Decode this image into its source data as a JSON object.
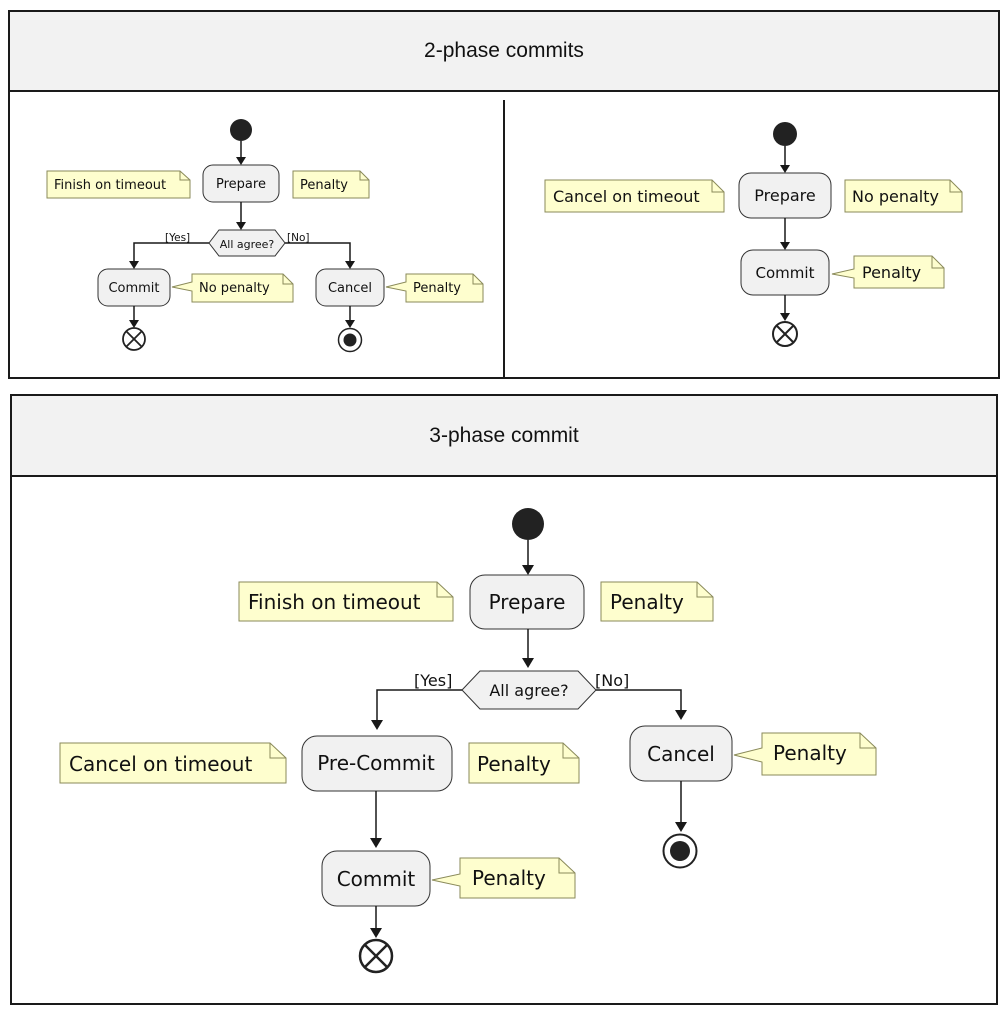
{
  "two_phase": {
    "title": "2-phase commits",
    "left": {
      "prepare": "Prepare",
      "note_left": "Finish on timeout",
      "note_right": "Penalty",
      "decision": "All agree?",
      "yes": "[Yes]",
      "no": "[No]",
      "commit": "Commit",
      "commit_note": "No penalty",
      "cancel": "Cancel",
      "cancel_note": "Penalty"
    },
    "right": {
      "prepare": "Prepare",
      "note_left": "Cancel on timeout",
      "note_right": "No penalty",
      "commit": "Commit",
      "commit_note": "Penalty"
    }
  },
  "three_phase": {
    "title": "3-phase commit",
    "prepare": "Prepare",
    "prepare_note_left": "Finish on timeout",
    "prepare_note_right": "Penalty",
    "decision": "All agree?",
    "yes": "[Yes]",
    "no": "[No]",
    "precommit": "Pre-Commit",
    "precommit_note_left": "Cancel on timeout",
    "precommit_note_right": "Penalty",
    "commit": "Commit",
    "commit_note": "Penalty",
    "cancel": "Cancel",
    "cancel_note": "Penalty"
  }
}
